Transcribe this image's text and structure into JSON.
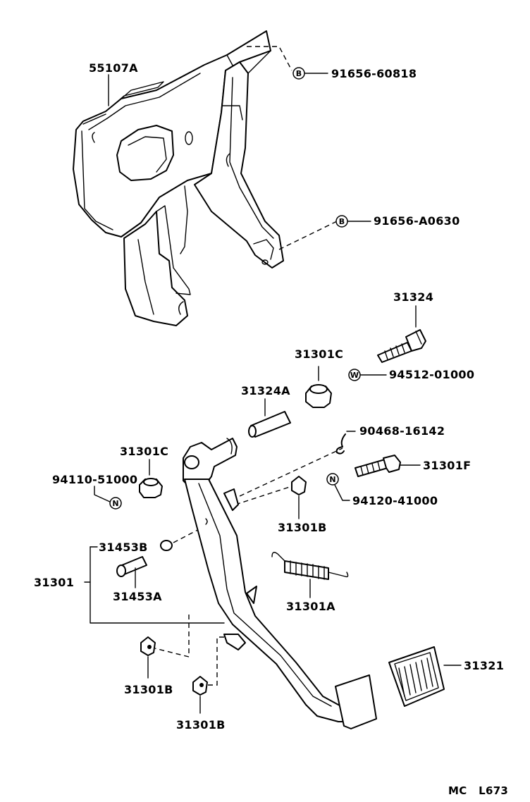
{
  "labels": {
    "bracket": "55107A",
    "bolt_upper": "91656-60818",
    "bolt_lower": "91656-A0630",
    "pivot_bolt": "31324",
    "washer": "94512-01000",
    "bushing_right": "31301C",
    "collar": "31324A",
    "clip": "90468-16142",
    "bushing_left": "31301C",
    "nut_left": "94110-51000",
    "stop_bolt": "31301F",
    "nut_right": "94120-41000",
    "cushion_mid": "31301B",
    "pin_b": "31453B",
    "pedal_assy": "31301",
    "pin_a": "31453A",
    "spring": "31301A",
    "pad": "31321",
    "cushion_bottom_1": "31301B",
    "cushion_bottom_2": "31301B",
    "footer": "MC   L673"
  },
  "badges": {
    "b_upper": "B",
    "b_lower": "B",
    "w": "W",
    "n_left": "N",
    "n_right": "N"
  }
}
